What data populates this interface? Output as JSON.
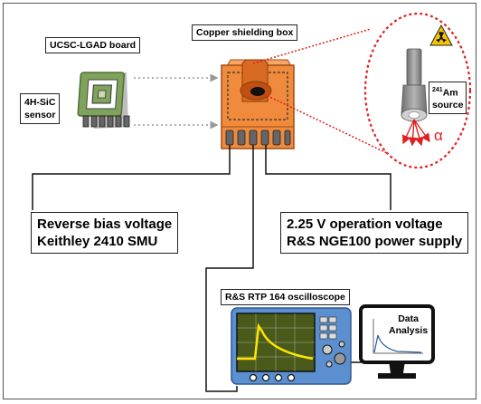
{
  "labels": {
    "lgad_board": "UCSC-LGAD board",
    "sensor_line1": "4H-SiC",
    "sensor_line2": "sensor",
    "copper_box": "Copper shielding box",
    "source_sup": "241",
    "source_elem": "Am",
    "source_word": "source",
    "alpha": "α",
    "bias_line1": "Reverse bias voltage",
    "bias_line2": "Keithley 2410 SMU",
    "op_line1": "2.25 V operation voltage",
    "op_line2": "R&S NGE100 power supply",
    "scope": "R&S RTP 164 oscilloscope",
    "analysis_line1": "Data",
    "analysis_line2": "Analysis"
  },
  "colors": {
    "copper": "#f08a3c",
    "copper_dark": "#c8601e",
    "board_green": "#7fa35a",
    "scope_blue": "#5b8fd0",
    "scope_screen": "#4a5a1a",
    "signal": "#ffe600",
    "alpha_red": "#e02020",
    "source_gray": "#8a8a8a"
  },
  "icons": [
    "radiation-warning-icon",
    "monitor-icon"
  ]
}
